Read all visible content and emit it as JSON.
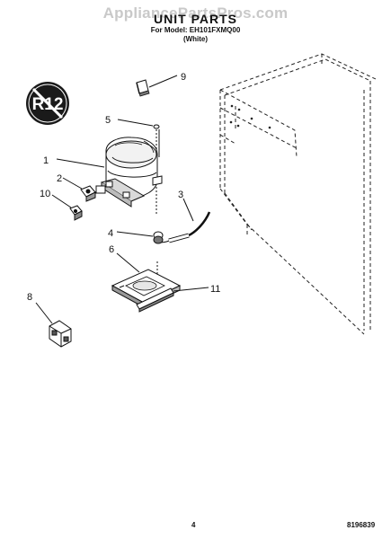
{
  "header": {
    "watermark": "AppliancePartsPros.com",
    "title": "UNIT PARTS",
    "model_line": "For Model: EH101FXMQ00",
    "variant": "(White)"
  },
  "badge": {
    "label": "R12",
    "color": "#1a1a1a"
  },
  "callouts": {
    "c1": "1",
    "c2": "2",
    "c3": "3",
    "c4": "4",
    "c5": "5",
    "c6": "6",
    "c8": "8",
    "c9": "9",
    "c10": "10",
    "c11": "11"
  },
  "footer": {
    "page_number": "4",
    "doc_number": "8196839"
  }
}
